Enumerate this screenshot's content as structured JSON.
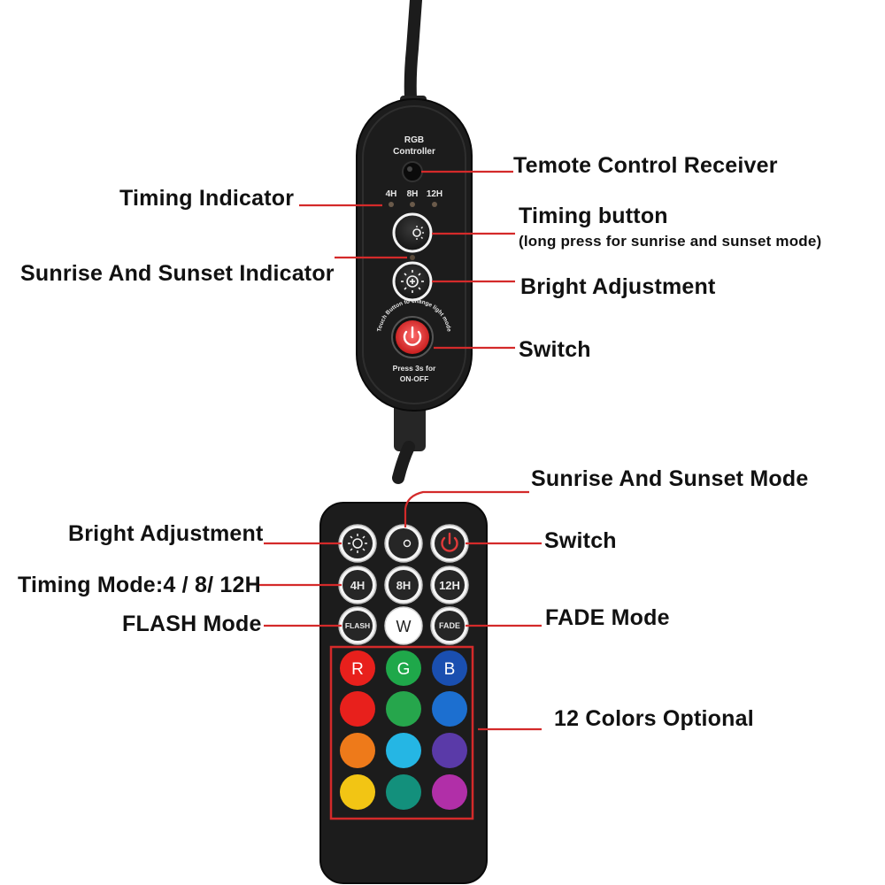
{
  "controller": {
    "title_line1": "RGB",
    "title_line2": "Controller",
    "timers": [
      "4H",
      "8H",
      "12H"
    ],
    "ring_text": "Touch Button to change light mode",
    "press_line1": "Press 3s for",
    "press_line2": "ON-OFF"
  },
  "controller_labels": {
    "receiver": "Temote Control Receiver",
    "timing_indicator": "Timing Indicator",
    "timing_button": "Timing button",
    "timing_button_note": "(long press for sunrise and sunset mode)",
    "sunrise_indicator": "Sunrise And Sunset Indicator",
    "bright_adjustment": "Bright Adjustment",
    "switch": "Switch"
  },
  "remote_labels": {
    "sunrise_mode": "Sunrise And Sunset Mode",
    "bright_adjustment": "Bright Adjustment",
    "switch": "Switch",
    "timing_mode": "Timing Mode:4 / 8/ 12H",
    "flash_mode": "FLASH Mode",
    "fade_mode": "FADE Mode",
    "colors_optional": "12 Colors Optional"
  },
  "remote": {
    "timing_buttons": [
      "4H",
      "8H",
      "12H"
    ],
    "flash": "FLASH",
    "white": "W",
    "fade": "FADE",
    "rgb": [
      "R",
      "G",
      "B"
    ]
  },
  "colors": {
    "accent_line": "#d42a2a",
    "device_body": "#1e1e1e",
    "power_red": "#e23a3a",
    "color_buttons": [
      "#e8201c",
      "#1fa84a",
      "#1a4fb0",
      "#e8201c",
      "#26a64c",
      "#1c6fd0",
      "#ee7a1a",
      "#25b6e4",
      "#5a3aa8",
      "#f2c514",
      "#13907c",
      "#b12fa8"
    ]
  }
}
